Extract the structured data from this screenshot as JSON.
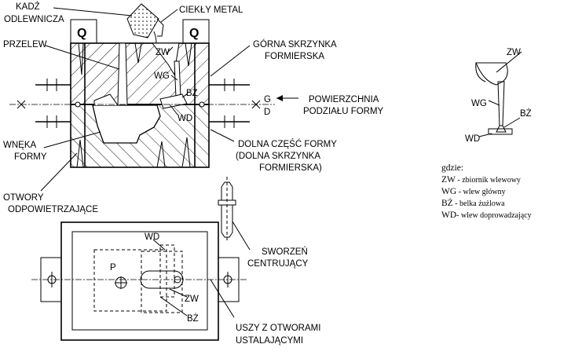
{
  "labels": {
    "kadz": [
      "KADŹ",
      "ODLEWNICZA"
    ],
    "ciekly": "CIEKŁY METAL",
    "przelew": "PRZELEW",
    "gorna": [
      "GÓRNA SKRZYNKA",
      "FORMIERSKA"
    ],
    "zw": "ZW",
    "wg": "WG",
    "bz": "BŻ",
    "wd": "WD",
    "powierzchnia": [
      "POWIERZCHNIA",
      "PODZIAŁU FORMY"
    ],
    "g": "G",
    "d": "D",
    "wneka": [
      "WNĘKA",
      "FORMY"
    ],
    "dolna": [
      "DOLNA CZĘŚĆ FORMY",
      "(DOLNA SKRZYNKA",
      "FORMIERSKA)"
    ],
    "otwory": [
      "OTWORY",
      "ODPOWIETRZAJĄCE"
    ],
    "sworzen": [
      "SWORZEŃ",
      "CENTRUJĄCY"
    ],
    "uszy": [
      "USZY Z OTWORAMI",
      "USTALAJĄCYMI"
    ],
    "q": "Q",
    "p": "P",
    "plan_wd": "WD",
    "plan_zw": "ZW",
    "plan_bz": "BŻ",
    "right_zw": "ZW",
    "right_wg": "WG",
    "right_bz": "BŻ",
    "right_wd": "WD"
  },
  "legend": {
    "title": "gdzie:",
    "items": [
      {
        "code": "ZW",
        "text": " - zbiornik wlewowy"
      },
      {
        "code": "WG",
        "text": " - wlew główny"
      },
      {
        "code": "BŻ",
        "text": " - belka żużlowa"
      },
      {
        "code": "WD",
        "text": "- wlew doprowadzający"
      }
    ]
  }
}
